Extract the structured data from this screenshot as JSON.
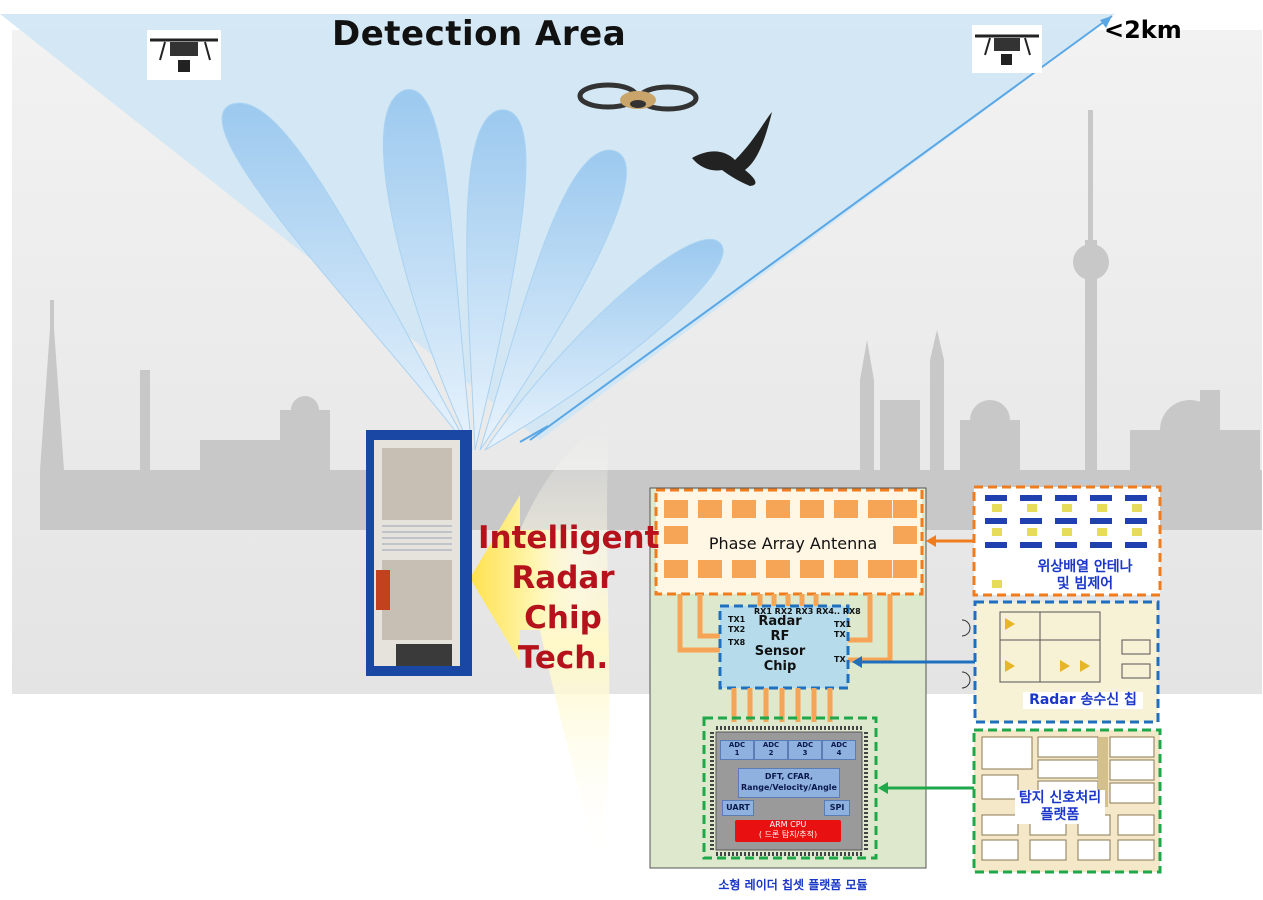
{
  "title": "Detection Area",
  "range_label": "<2km",
  "technology_label": [
    "Intelligent",
    "Radar",
    "Chip Tech."
  ],
  "module": {
    "caption": "소형 레이더 칩셋 플랫폼 모듈",
    "antenna_label": "Phase Array Antenna",
    "rf_chip": {
      "title_lines": [
        "Radar",
        "RF",
        "Sensor",
        "Chip"
      ],
      "rx_pins": "RX1 RX2 RX3 RX4.. RX8",
      "tx_left": [
        "TX1",
        "TX2",
        "TX8"
      ],
      "tx_right": [
        "TX1",
        "TX",
        "TX"
      ]
    },
    "processor": {
      "adcs": [
        {
          "name": "ADC",
          "num": "1"
        },
        {
          "name": "ADC",
          "num": "2"
        },
        {
          "name": "ADC",
          "num": "3"
        },
        {
          "name": "ADC",
          "num": "4"
        }
      ],
      "dsp_block": [
        "DFT, CFAR,",
        "Range/Velocity/Angle"
      ],
      "uart": "UART",
      "spi": "SPI",
      "cpu": [
        "ARM CPU",
        "( 드론 탐지/추적)"
      ]
    }
  },
  "side_panels": {
    "antenna": "위상배열 안테나\n및 빔제어",
    "transceiver": "Radar 송수신 칩",
    "signal_processing": "탐지 신호처리\n플랫폼"
  },
  "colors": {
    "antenna_border": "#f07c1e",
    "chip_border": "#1f6fbf",
    "processor_border": "#1ea84a",
    "tech_text": "#b5121b",
    "korean_label": "#1a37c9"
  },
  "icons": [
    "quadcopter-icon",
    "ar-drone-icon",
    "bird-icon",
    "radar-unit-image",
    "city-skyline"
  ]
}
